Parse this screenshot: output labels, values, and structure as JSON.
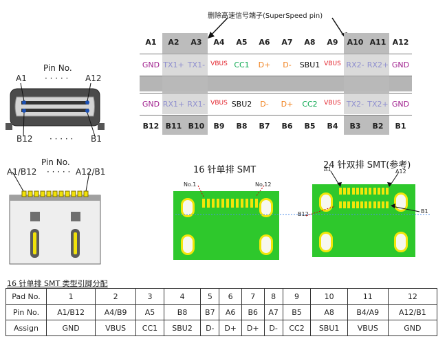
{
  "top_note": "删除高速信号端子(SuperSpeed pin)",
  "top_pins": [
    "A1",
    "A2",
    "A3",
    "A4",
    "A5",
    "A6",
    "A7",
    "A8",
    "A9",
    "A10",
    "A11",
    "A12"
  ],
  "top_signals": [
    "GND",
    "TX1+",
    "TX1-",
    "VBUS",
    "CC1",
    "D+",
    "D-",
    "SBU1",
    "VBUS",
    "RX2-",
    "RX2+",
    "GND"
  ],
  "bottom_signals": [
    "GND",
    "RX1+",
    "RX1-",
    "VBUS",
    "SBU2",
    "D-",
    "D+",
    "CC2",
    "VBUS",
    "TX2-",
    "TX2+",
    "GND"
  ],
  "bottom_pins": [
    "B12",
    "B11",
    "B10",
    "B9",
    "B8",
    "B7",
    "B6",
    "B5",
    "B4",
    "B3",
    "B2",
    "B1"
  ],
  "left_labels": {
    "pin_no_1": "Pin No.",
    "a1": "A1",
    "dots1": "· · · · ·",
    "a12": "A12",
    "b12": "B12",
    "dots2": "· · · · ·",
    "b1": "B1",
    "pin_no_2": "Pin No.",
    "a1b12": "A1/B12",
    "dots3": "· · · · ·",
    "a12b1": "A12/B1"
  },
  "smt": {
    "title16": "16 针单排 SMT",
    "title24": "24 针双排 SMT(参考)",
    "no1": "No.1",
    "no12": "No.12",
    "b12": "B12",
    "a1": "A1",
    "a12": "A12",
    "b1": "B1"
  },
  "table": {
    "caption": "16 针单排 SMT 类型引脚分配",
    "rows": [
      [
        "Pad No.",
        "1",
        "2",
        "3",
        "4",
        "5",
        "6",
        "7",
        "8",
        "9",
        "10",
        "11",
        "12"
      ],
      [
        "Pin No.",
        "A1/B12",
        "A4/B9",
        "A5",
        "B8",
        "B7",
        "A6",
        "B6",
        "A7",
        "B5",
        "A8",
        "B4/A9",
        "A12/B1"
      ],
      [
        "Assign",
        "GND",
        "VBUS",
        "CC1",
        "SBU2",
        "D-",
        "D+",
        "D+",
        "D-",
        "CC2",
        "SBU1",
        "VBUS",
        "GND"
      ]
    ]
  },
  "colors": {
    "gnd": "#a0208e",
    "tx": "#8f8fcf",
    "vbus": "#e3222b",
    "cc": "#0aa84f",
    "d": "#f07f1a",
    "sbu": "#111111",
    "pcb": "#2ec82c",
    "pad": "#f2e60a"
  }
}
